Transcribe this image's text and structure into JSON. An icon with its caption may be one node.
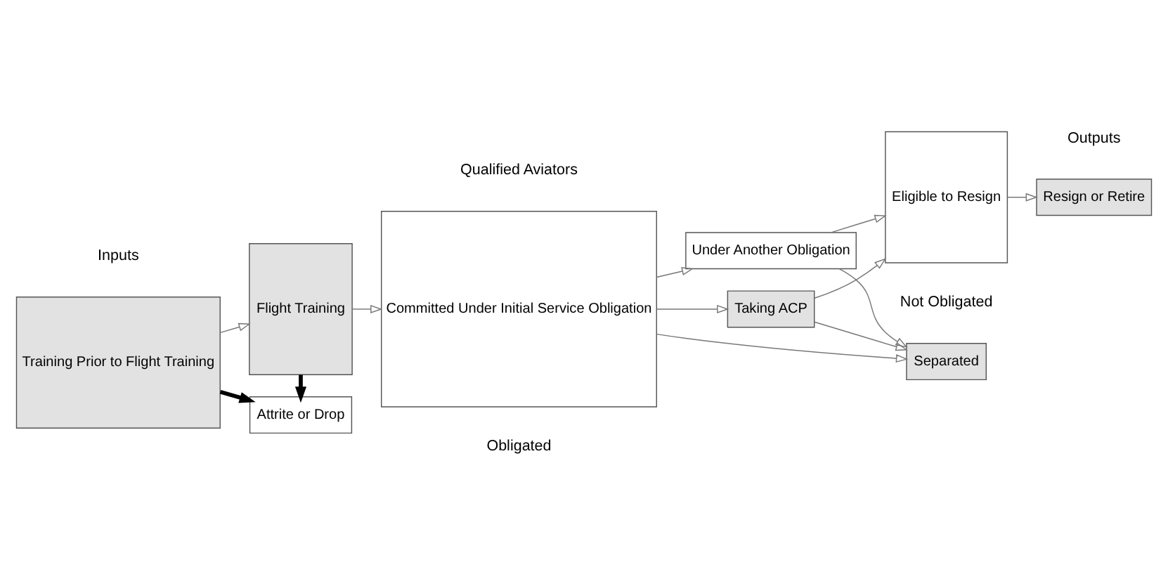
{
  "diagram": {
    "nodes": [
      {
        "text": [
          "Training Prior to Flight Training"
        ]
      },
      {
        "text": [
          "Flight Training"
        ]
      },
      {
        "text": [
          "Attrite or Drop"
        ]
      },
      {
        "text": [
          "Committed Under Initial Service Obligation"
        ]
      },
      {
        "text": [
          "Taking ACP"
        ]
      },
      {
        "text": [
          "Under Another Obligation"
        ]
      },
      {
        "text": [
          "Eligible to Resign"
        ]
      },
      {
        "text": [
          "Resign or Retire"
        ]
      },
      {
        "text": [
          "Separated"
        ]
      }
    ],
    "edges": [
      {
        "from": 0,
        "to": 1,
        "arrow": "to"
      },
      {
        "from": 0,
        "to": 2,
        "arrow": "to",
        "style": "thick",
        "color": "#000000"
      },
      {
        "from": 1,
        "to": 2,
        "arrow": "to",
        "style": "thick",
        "color": "#000000"
      },
      {
        "from": 1,
        "to": 3,
        "arrow": "to"
      },
      {
        "from": 3,
        "to": 4,
        "arrow": "to"
      },
      {
        "from": 3,
        "to": 5,
        "arrow": "to"
      },
      {
        "from": 4,
        "to": 6,
        "arrow": "to"
      },
      {
        "from": 5,
        "to": 6,
        "arrow": "to"
      },
      {
        "from": 6,
        "to": 7,
        "arrow": "to"
      },
      {
        "from": 5,
        "to": 8,
        "arrow": "to"
      },
      {
        "from": 4,
        "to": 8,
        "arrow": "to"
      },
      {
        "from": 3,
        "to": 8,
        "arrow": "to"
      }
    ],
    "labels": [
      "Inputs",
      "Qualified Aviators",
      "Outputs",
      "Obligated",
      "Not Obligated"
    ]
  }
}
